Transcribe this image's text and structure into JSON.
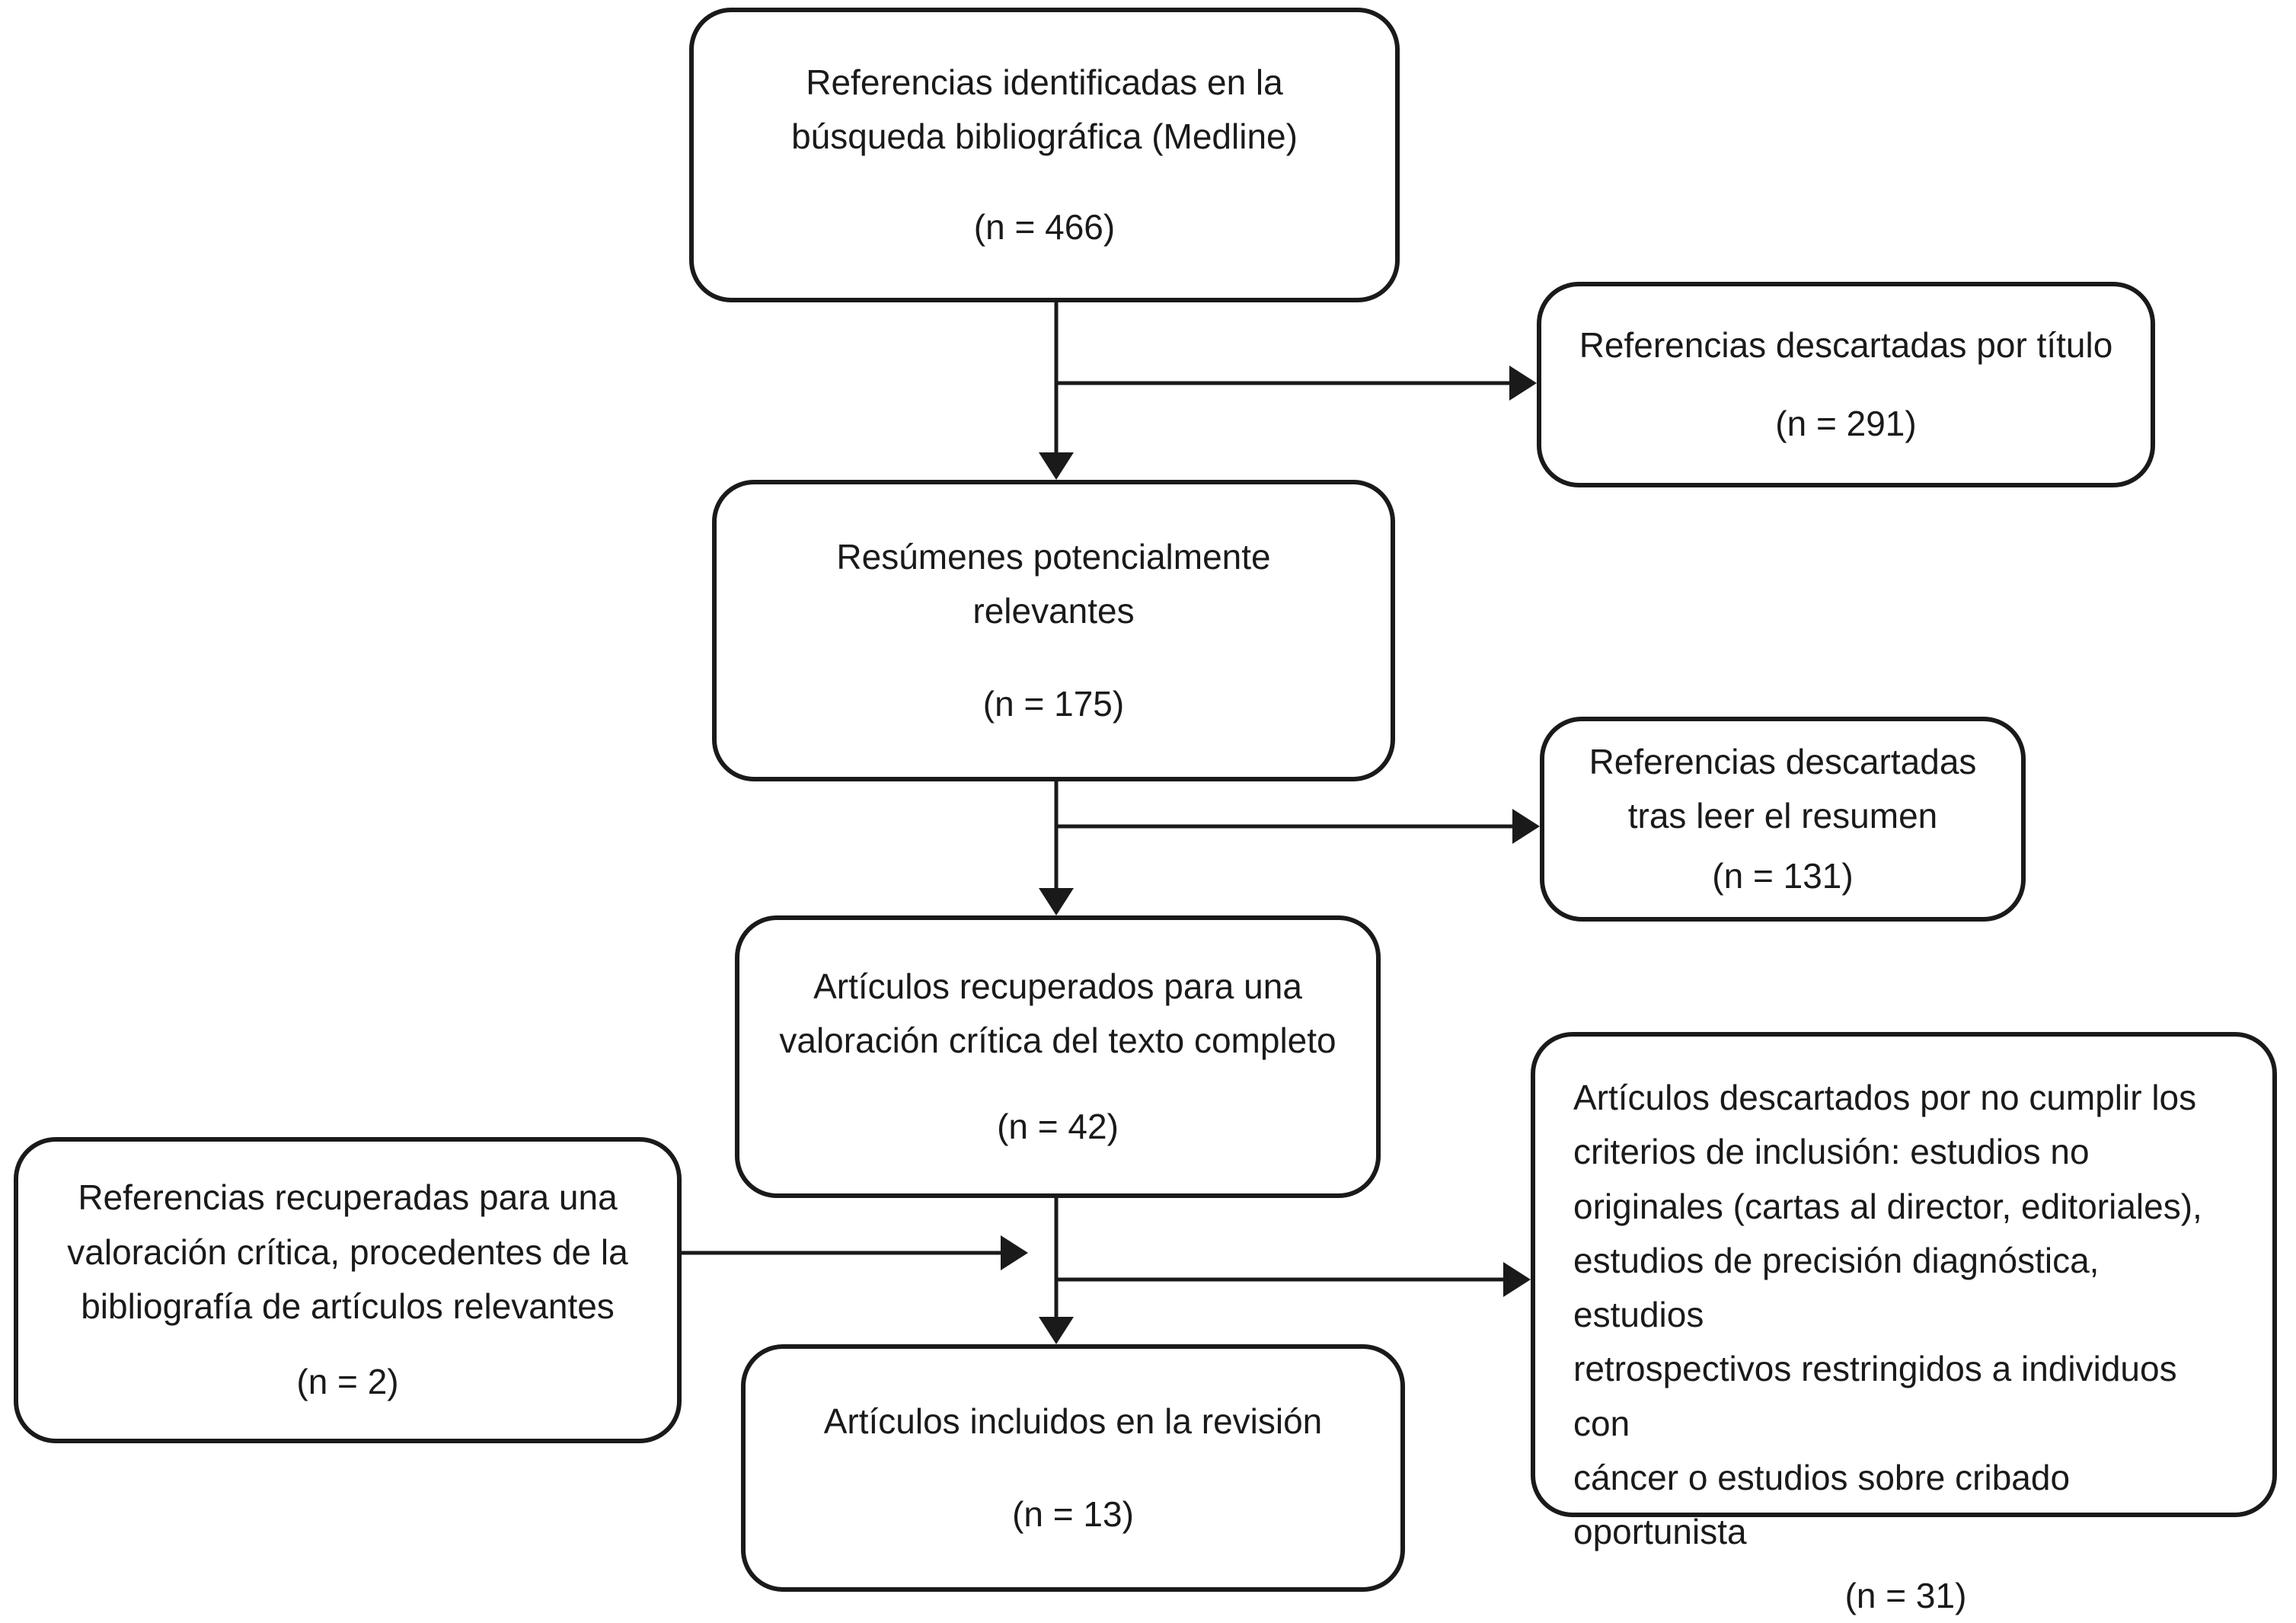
{
  "figure": {
    "background": "#ffffff",
    "ink": "#1a1a1a",
    "nodes": {
      "identified": {
        "label": "Referencias identificadas en la búsqueda bibliográfica (Medline)",
        "count": "(n = 466)"
      },
      "excluded_by_title": {
        "label": "Referencias descartadas por título",
        "count": "(n = 291)"
      },
      "relevant_abstracts": {
        "label": "Resúmenes potencialmente relevantes",
        "count": "(n = 175)"
      },
      "excluded_after_abstract": {
        "label": "Referencias descartadas tras leer el resumen",
        "count": "(n = 131)"
      },
      "fulltext_retrieved": {
        "label": "Artículos recuperados para una valoración crítica del texto completo",
        "count": "(n = 42)"
      },
      "from_bibliography": {
        "label": "Referencias recuperadas para una valoración crítica, procedentes de la bibliografía de artículos relevantes",
        "count": "(n = 2)"
      },
      "excluded_by_criteria": {
        "label": "Artículos descartados por no cumplir los criterios de inclusión: estudios no originales (cartas al director, editoriales), estudios de precisión diagnóstica, estudios retrospectivos restringidos a individuos con cáncer o estudios sobre cribado oportunista",
        "lines": [
          "Artículos descartados por no cumplir los",
          "criterios de inclusión: estudios no",
          "originales (cartas al director, editoriales),",
          "estudios de precisión diagnóstica, estudios",
          "retrospectivos restringidos a individuos con",
          "cáncer o estudios sobre cribado oportunista"
        ],
        "count": "(n = 31)"
      },
      "included": {
        "label": "Artículos incluidos en la revisión",
        "count": "(n = 13)"
      }
    }
  }
}
